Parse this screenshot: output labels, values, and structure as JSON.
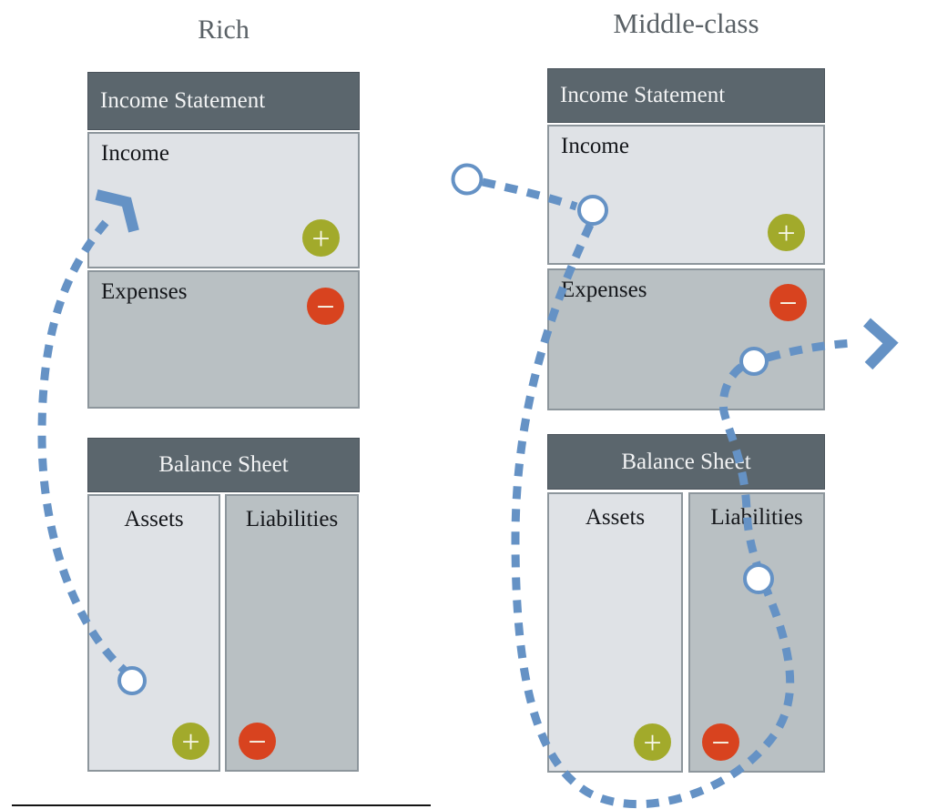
{
  "colors": {
    "flow_blue": "#6592c5",
    "header_bg": "#5b666d",
    "panel_light": "#dfe2e6",
    "panel_medium": "#b9c0c3",
    "panel_border": "#8d969c",
    "header_border": "#49525a",
    "plus_green": "#a2aa2b",
    "minus_red": "#d8431f",
    "title_gray": "#5a6166",
    "badge_glyph": "#f7f7e9"
  },
  "badges": {
    "plus": "+",
    "minus": "−"
  },
  "icons": {
    "plus_badge": "plus-icon",
    "minus_badge": "minus-icon",
    "flow_node": "flow-node-circle",
    "flow_arrowhead": "arrowhead-icon"
  },
  "diagrams": {
    "rich": {
      "title": "Rich",
      "income_statement": {
        "header": "Income Statement",
        "income": "Income",
        "expenses": "Expenses"
      },
      "balance_sheet": {
        "header": "Balance Sheet",
        "assets": "Assets",
        "liabilities": "Liabilities"
      }
    },
    "middle_class": {
      "title": "Middle-class",
      "income_statement": {
        "header": "Income Statement",
        "income": "Income",
        "expenses": "Expenses"
      },
      "balance_sheet": {
        "header": "Balance Sheet",
        "assets": "Assets",
        "liabilities": "Liabilities"
      }
    }
  }
}
